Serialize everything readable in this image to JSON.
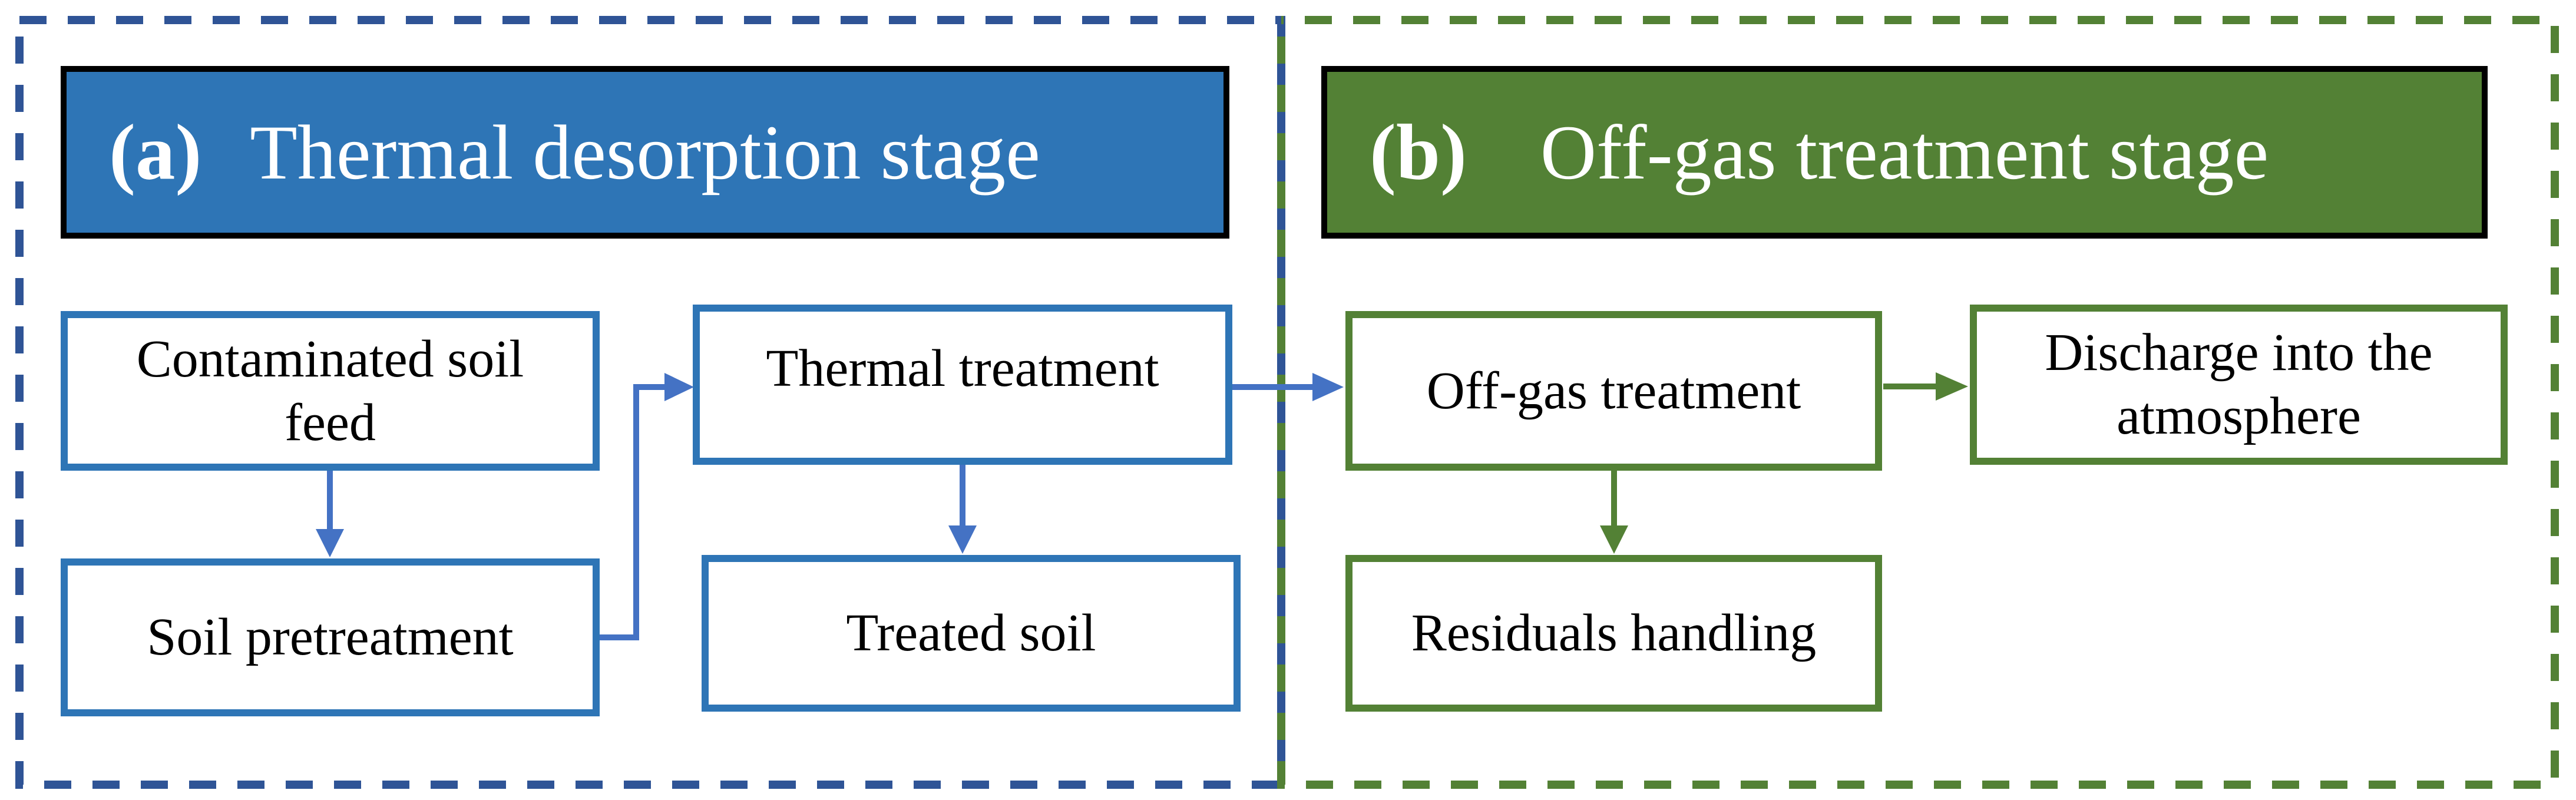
{
  "figure": {
    "type": "process-flow-diagram",
    "description_visible_text_only": true
  },
  "panel_a": {
    "marker": "(a)",
    "title": "Thermal desorption stage",
    "nodes": {
      "contaminated_soil_feed": "Contaminated soil feed",
      "soil_pretreatment": "Soil pretreatment",
      "thermal_treatment": "Thermal treatment",
      "treated_soil": "Treated soil"
    },
    "flows": [
      "Contaminated soil feed -> Soil pretreatment",
      "Soil pretreatment -> Thermal treatment",
      "Thermal treatment -> Treated soil",
      "Thermal treatment -> Off-gas treatment"
    ]
  },
  "panel_b": {
    "marker": "(b)",
    "title": "Off-gas treatment stage",
    "nodes": {
      "off_gas_treatment": "Off-gas treatment",
      "discharge_into_atmosphere": "Discharge into the atmosphere",
      "residuals_handling": "Residuals handling"
    },
    "flows": [
      "Off-gas treatment -> Discharge into the atmosphere",
      "Off-gas treatment -> Residuals handling"
    ]
  },
  "colors": {
    "background": "#FFFFFF",
    "panel_a_title_fill": "#2E75B6",
    "panel_a_dashed_border": "#2F5496",
    "panel_a_node_border": "#2E75B6",
    "panel_a_arrow": "#4472C4",
    "panel_b_title_fill": "#538135",
    "panel_b_dashed_border": "#538135",
    "panel_b_node_border": "#538135",
    "panel_b_arrow": "#538135",
    "title_bar_outline": "#000000",
    "title_text": "#FFFFFF",
    "node_text": "#000000"
  }
}
